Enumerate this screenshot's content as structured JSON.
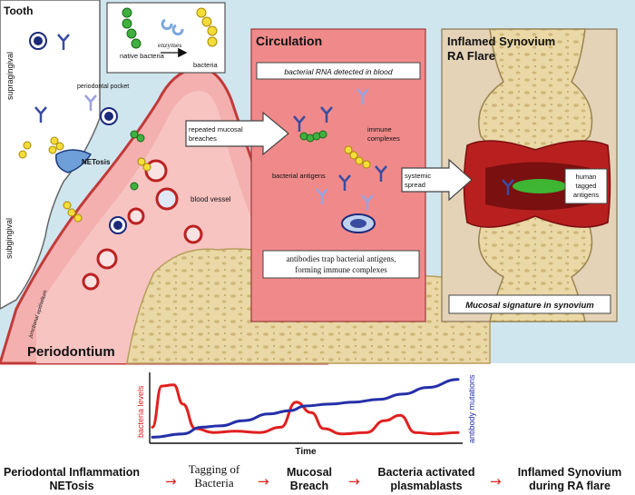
{
  "tooth": {
    "title": "Tooth",
    "supragingival": "supragingival",
    "subgingival": "subgingival",
    "periodontal_pocket": "periodontal pocket",
    "netosis": "NETosis",
    "junctional_epithelium": "junctional epithelium",
    "blood_vessel": "blood vessel",
    "periodontium": "Periodontium"
  },
  "legend": {
    "native_bacteria": "native bacteria",
    "enzymes": "enzymes",
    "bacteria": "bacteria"
  },
  "circulation": {
    "title": "Circulation",
    "rna_note": "bacterial RNA detected in blood",
    "repeated_breaches": "repeated mucosal breaches",
    "immune_complexes": "immune complexes",
    "bacterial_antigens": "bacterial antigens",
    "trap_note": "antibodies trap bacterial antigens, forming immune complexes"
  },
  "synovium": {
    "title_line1": "Inflamed Synovium",
    "title_line2": "RA Flare",
    "systemic_spread": "systemic spread",
    "tagged_antigens": "human tagged antigens",
    "signature": "Mucosal signature in synovium"
  },
  "chart_data": {
    "type": "line",
    "xlabel": "Time",
    "y_left_label": "bacteria levels",
    "y_right_label": "antibody mutations",
    "series": [
      {
        "name": "bacteria levels",
        "color": "#e02020",
        "x": [
          0,
          0.03,
          0.07,
          0.1,
          0.14,
          0.2,
          0.27,
          0.35,
          0.42,
          0.47,
          0.52,
          0.56,
          0.62,
          0.7,
          0.76,
          0.81,
          0.86,
          0.92,
          1.0
        ],
        "y": [
          0.2,
          0.82,
          0.84,
          0.55,
          0.18,
          0.12,
          0.14,
          0.12,
          0.2,
          0.58,
          0.42,
          0.18,
          0.1,
          0.12,
          0.3,
          0.38,
          0.12,
          0.1,
          0.12
        ]
      },
      {
        "name": "antibody mutations",
        "color": "#2430a8",
        "x": [
          0,
          0.1,
          0.16,
          0.22,
          0.3,
          0.38,
          0.45,
          0.5,
          0.58,
          0.66,
          0.74,
          0.82,
          0.9,
          1.0
        ],
        "y": [
          0.05,
          0.1,
          0.2,
          0.22,
          0.3,
          0.4,
          0.45,
          0.52,
          0.55,
          0.58,
          0.62,
          0.7,
          0.8,
          0.92
        ]
      }
    ]
  },
  "flow": {
    "step1": "Periodontal Inflammation NETosis",
    "step2": "Tagging of Bacteria",
    "step3": "Mucosal Breach",
    "step4": "Bacteria activated plasmablasts",
    "step5": "Inflamed Synovium during RA flare",
    "arrow": "→"
  },
  "colors": {
    "background": "#cfe6ef",
    "circulation_panel": "#f08a8a",
    "synovium_panel": "#e5d3b8",
    "gum": "#f0a8a8",
    "bone": "#e8d7a8"
  }
}
